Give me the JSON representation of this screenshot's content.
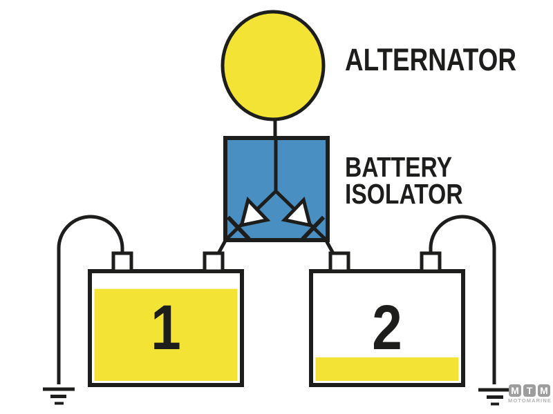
{
  "labels": {
    "alternator": "ALTERNATOR",
    "isolator_line1": "BATTERY",
    "isolator_line2": "ISOLATOR"
  },
  "batteries": [
    {
      "number": "1",
      "fill_percent": 86
    },
    {
      "number": "2",
      "fill_percent": 22
    }
  ],
  "logo": {
    "tiles": [
      "M",
      "T",
      "M"
    ],
    "subtext": "MOTOMARINE"
  },
  "colors": {
    "battery_yellow": "#F2E335",
    "isolator_blue": "#4A8FC2",
    "line_black": "#1D1D1B",
    "logo_gray": "#9D9D9D"
  }
}
